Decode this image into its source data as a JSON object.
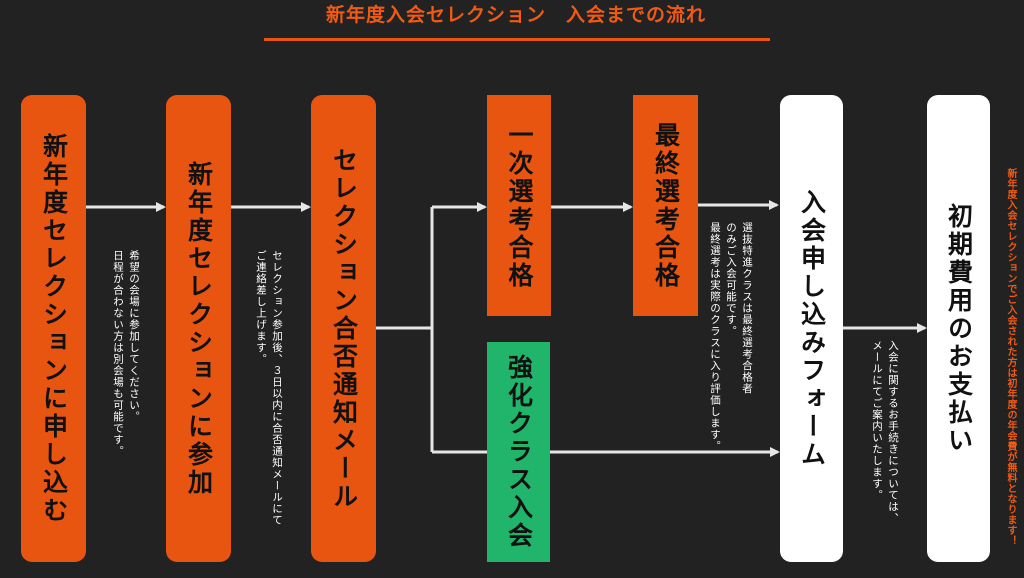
{
  "title": "新年度入会セレクション　入会までの流れ",
  "steps": {
    "apply": "新年度セレクションに申し込む",
    "attend": "新年度セレクションに参加",
    "result_mail": "セレクション合否通知メール",
    "first_pass": "一次選考合格",
    "final_pass": "最終選考合格",
    "reinforce": "強化クラス入会",
    "form": "入会申し込みフォーム",
    "payment": "初期費用のお支払い"
  },
  "notes": {
    "apply_note": "希望の会場に参加してください。\n日程が合わない方は別会場も可能です。",
    "attend_note": "セレクション参加後、３日以内に合否通知メールにて\nご連絡差し上げます。",
    "final_note": "選抜特進クラスは最終選考合格者\nのみご入会可能です。\n最終選考は実際のクラスに入り評価します。",
    "form_note": "入会に関するお手続きについては、\nメールにてご案内いたします。"
  },
  "side_note": "新年度入会セレクションでご入会された方は初年度の年会費が無料となります！",
  "colors": {
    "accent": "#e85511",
    "green": "#21b56c",
    "background": "#222222"
  }
}
